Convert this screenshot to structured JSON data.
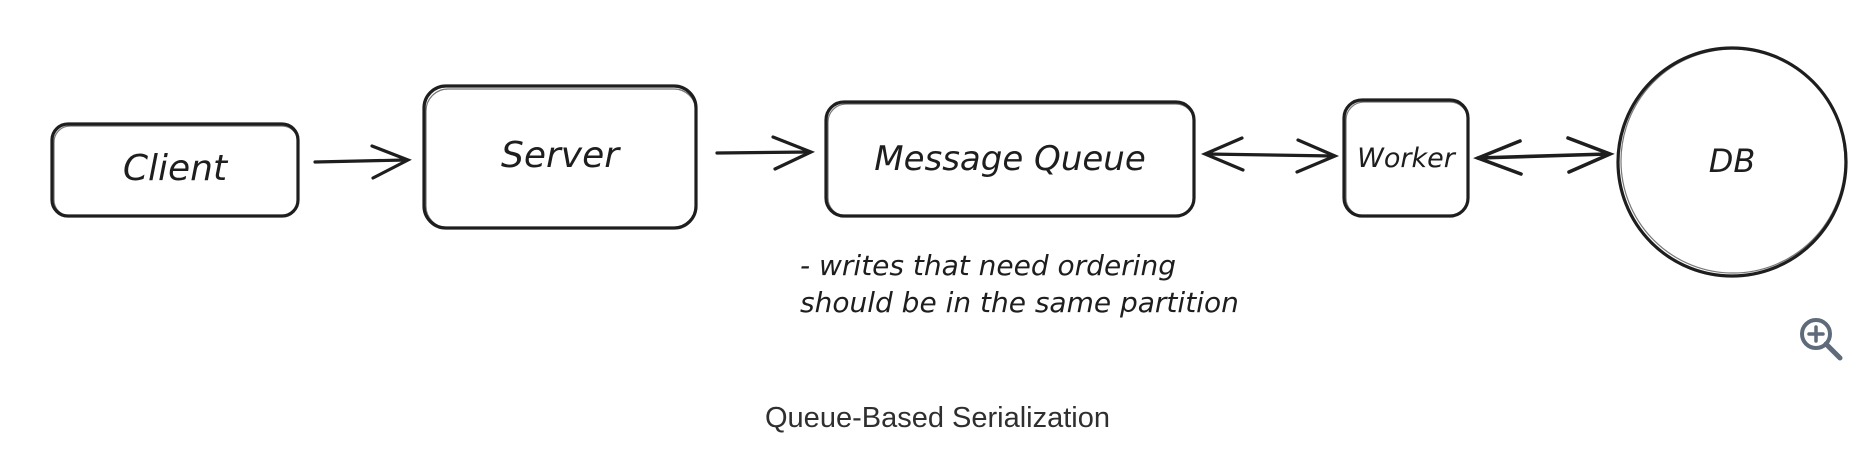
{
  "diagram": {
    "nodes": {
      "client": "Client",
      "server": "Server",
      "queue": "Message Queue",
      "worker": "Worker",
      "db": "DB"
    },
    "note": {
      "line1": "- writes that need ordering",
      "line2": "should be in the same partition"
    },
    "caption": "Queue-Based Serialization",
    "colors": {
      "stroke": "#1e1e1e",
      "zoom_icon": "#5f6b7a"
    },
    "icons": {
      "zoom": "zoom-in-icon"
    }
  }
}
